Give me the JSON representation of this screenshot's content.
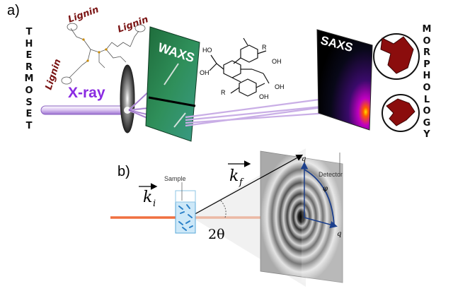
{
  "panel_a": {
    "label": "a)",
    "thermoset_letters": [
      "T",
      "H",
      "E",
      "R",
      "M",
      "O",
      "S",
      "E",
      "T"
    ],
    "morphology_letters": [
      "M",
      "O",
      "R",
      "P",
      "H",
      "O",
      "L",
      "O",
      "G",
      "Y"
    ],
    "lignin_labels": [
      "Lignin",
      "Lignin",
      "Lignin"
    ],
    "xray_label": "X-ray",
    "waxs_label": "WAXS",
    "saxs_label": "SAXS",
    "molecule_labels": [
      "R",
      "OH",
      "OH",
      "HO",
      "OH",
      "R",
      "OH"
    ],
    "colors": {
      "lignin": "#7b1515",
      "xray": "#8a2be2",
      "beam": "#c8a8e8",
      "morphology": "#8b0d0d"
    }
  },
  "panel_b": {
    "label": "b)",
    "sample_label": "Sample",
    "detector_label": "Detector",
    "ki_label": "k",
    "ki_sub": "i",
    "kf_label": "k",
    "kf_sub": "f",
    "angle_label": "2θ",
    "q_top": "q",
    "q_right": "q",
    "phi_label": "φ",
    "colors": {
      "beam": "#f07040",
      "sample": "#4aa8e0",
      "arc": "#1c3f8c"
    }
  }
}
